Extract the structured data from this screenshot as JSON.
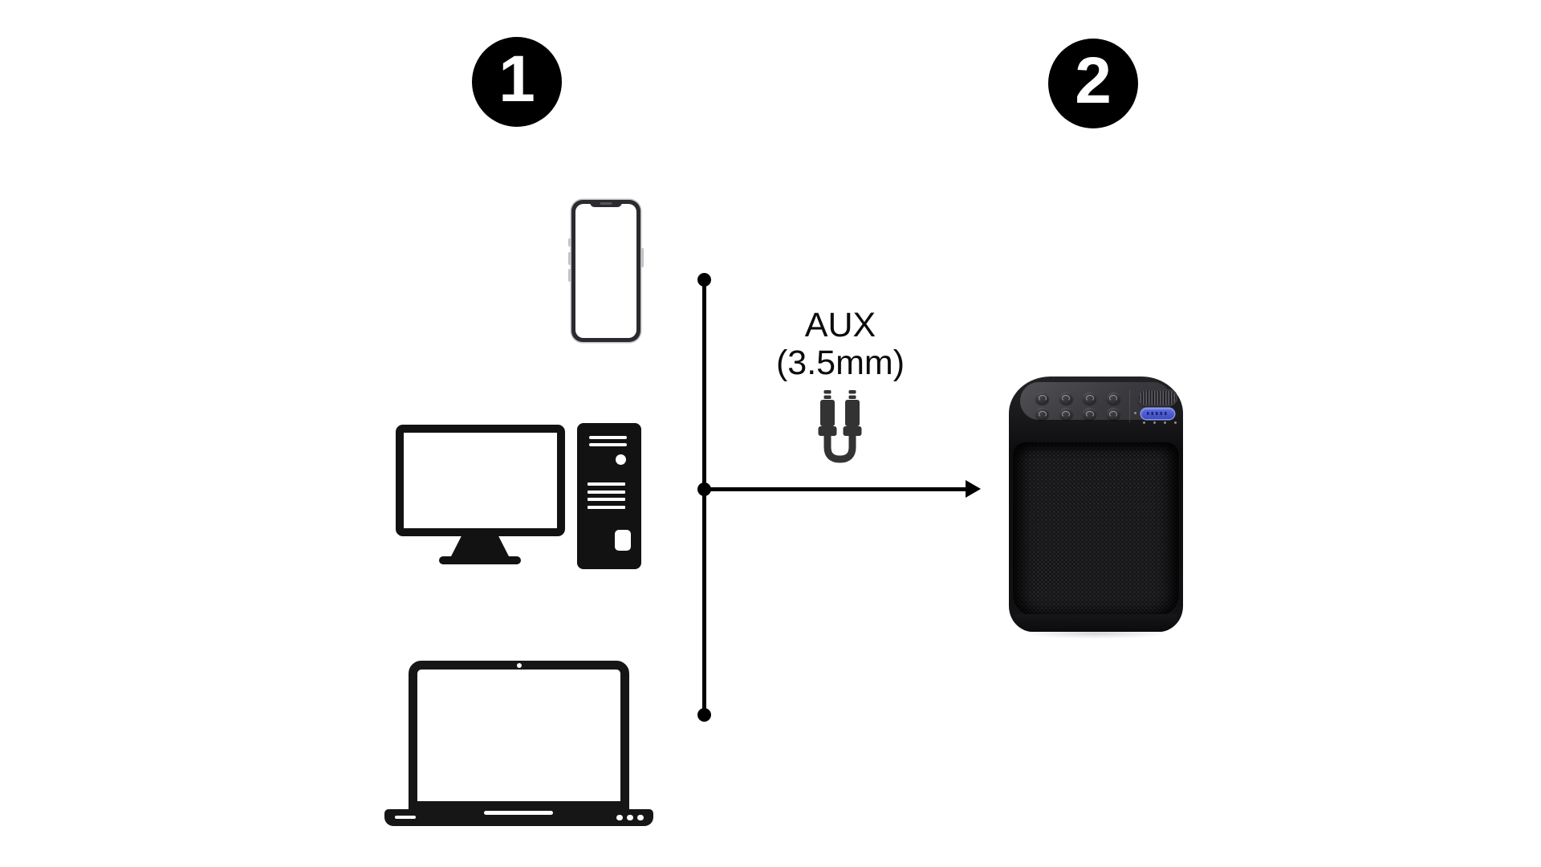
{
  "steps": [
    {
      "number": "1"
    },
    {
      "number": "2"
    }
  ],
  "source_devices": [
    {
      "icon": "smartphone-icon"
    },
    {
      "icon": "desktop-computer-icon"
    },
    {
      "icon": "laptop-icon"
    }
  ],
  "connection": {
    "label_line1": "AUX",
    "label_line2": "(3.5mm)",
    "icon": "aux-cable-icon",
    "arrow_direction": "left-to-right"
  },
  "target_device": {
    "icon": "portable-speaker-icon",
    "top_panel_buttons": 8,
    "accent_button_color": "#4a55c6"
  },
  "colors": {
    "background": "#ffffff",
    "line": "#000000",
    "device_icon": "#141414",
    "cable_icon": "#333333",
    "text": "#0c0c0c"
  }
}
